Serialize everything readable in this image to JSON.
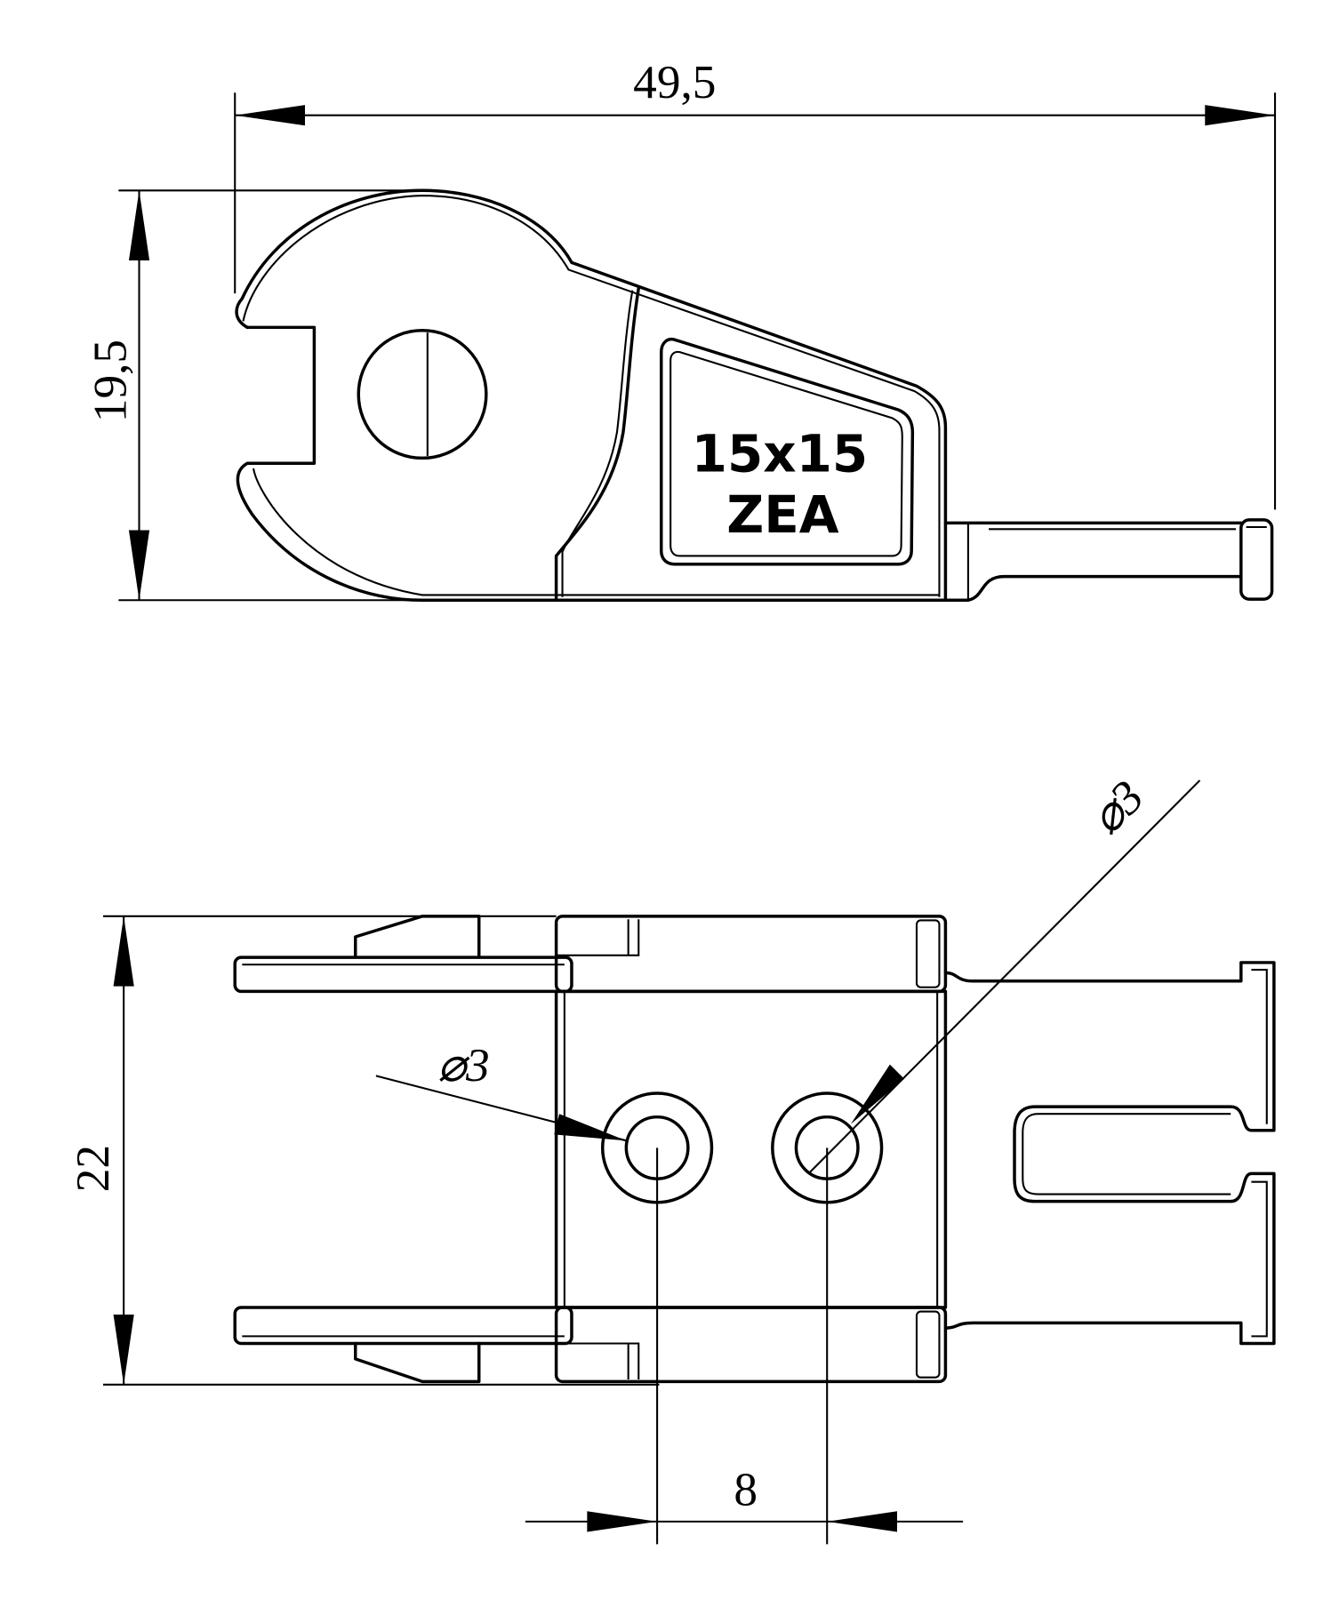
{
  "top_view": {
    "overall_length": "49,5",
    "height": "19,5",
    "marking_line1": "15x15",
    "marking_line2": "ZEA"
  },
  "bottom_view": {
    "width": "22",
    "hole_diameter_left": "⌀3",
    "hole_diameter_right": "⌀3",
    "hole_spacing": "8"
  }
}
